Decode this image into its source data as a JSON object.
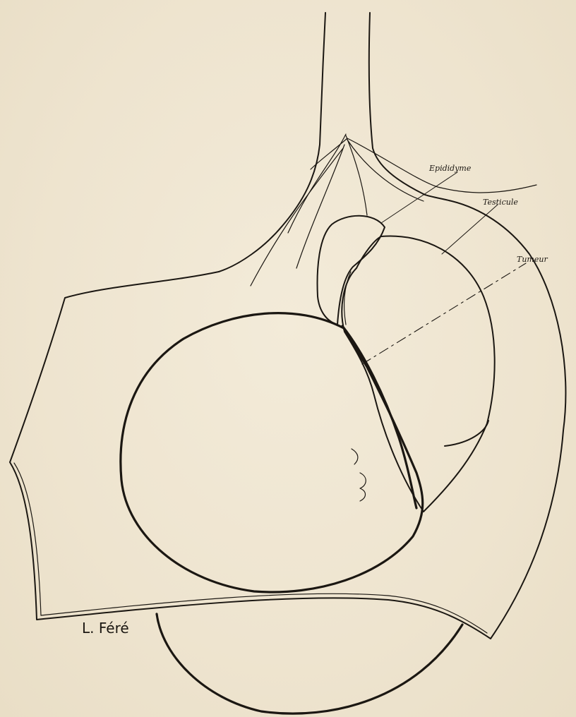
{
  "labels": {
    "epididyme": "Epididyme",
    "testicule": "Testicule",
    "tumeur": "Tumeur"
  },
  "signature": "L. Féré",
  "colors": {
    "paper": "#efe6d2",
    "ink": "#1b1712"
  }
}
